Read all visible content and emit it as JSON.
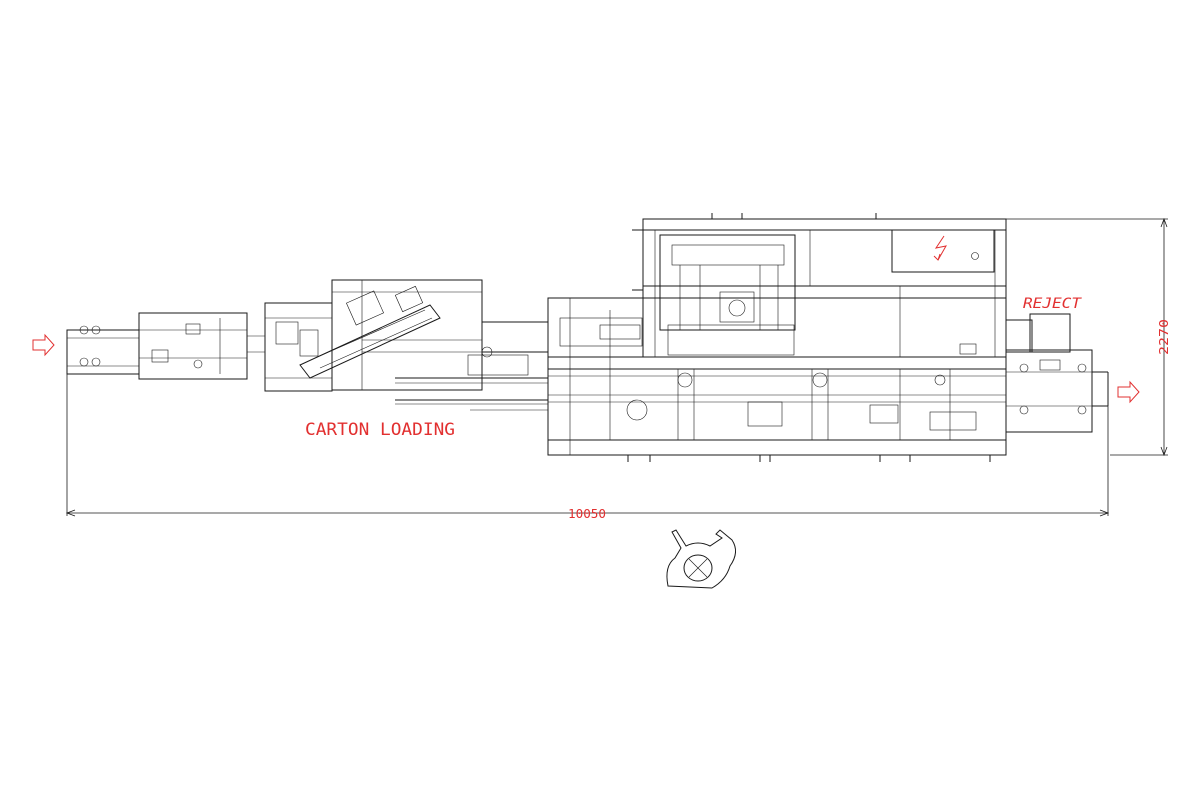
{
  "labels": {
    "carton_loading": "CARTON LOADING",
    "reject": "REJECT",
    "overall_length": "10050",
    "overall_width": "2270"
  },
  "colors": {
    "linework": "#1a1a1a",
    "annotation": "#e23030",
    "background": "#ffffff"
  },
  "icons": {
    "infeed_arrow": "arrow-right-outline",
    "outfeed_arrow": "arrow-right-outline",
    "electrical_hazard": "lightning-bolt",
    "operator": "operator-top-view"
  }
}
